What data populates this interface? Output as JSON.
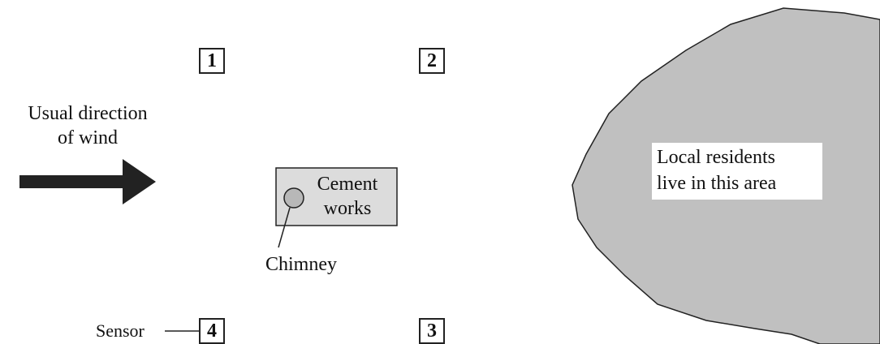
{
  "sensors": [
    "1",
    "2",
    "3",
    "4"
  ],
  "wind": {
    "label_line1": "Usual direction",
    "label_line2": "of wind"
  },
  "cement_works": {
    "label_line1": "Cement",
    "label_line2": "works"
  },
  "chimney": {
    "label": "Chimney"
  },
  "sensor_callout": {
    "label": "Sensor"
  },
  "residential_area": {
    "label_line1": "Local residents",
    "label_line2": "live in this area"
  },
  "colors": {
    "residential_fill": "#c0c0c0",
    "works_fill": "#dcdcdc",
    "chimney_fill": "#b8b8b8",
    "arrow_fill": "#222222",
    "outline": "#222222"
  }
}
